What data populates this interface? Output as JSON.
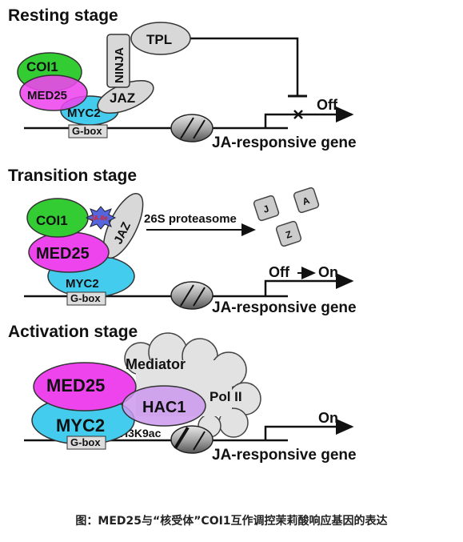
{
  "resting": {
    "title": "Resting stage",
    "coi1": "COI1",
    "med25": "MED25",
    "myc2": "MYC2",
    "gbox": "G-box",
    "ninja": "NINJA",
    "tpl": "TPL",
    "jaz": "JAZ",
    "state": "Off",
    "gene": "JA-responsive gene"
  },
  "transition": {
    "title": "Transition stage",
    "coi1": "COI1",
    "ja_ile": "JA-Ile",
    "jaz": "JAZ",
    "proteasome": "26S proteasome",
    "frag_j": "J",
    "frag_a": "A",
    "frag_z": "Z",
    "med25": "MED25",
    "myc2": "MYC2",
    "gbox": "G-box",
    "state_from": "Off",
    "state_to": "On",
    "gene": "JA-responsive gene"
  },
  "activation": {
    "title": "Activation stage",
    "mediator": "Mediator",
    "med25": "MED25",
    "hac1": "HAC1",
    "pol2": "Pol II",
    "myc2": "MYC2",
    "gbox": "G-box",
    "h3k9ac": "H3K9ac",
    "state": "On",
    "gene": "JA-responsive gene"
  },
  "caption": "图：MED25与“核受体”COI1互作调控茉莉酸响应基因的表达",
  "colors": {
    "coi1": "#33cc33",
    "med25": "#ee44ee",
    "myc2": "#44ccee",
    "hac1": "#cc99ee",
    "grey_protein": "#d8d8d8",
    "proteasome_fragment": "#cccccc"
  }
}
